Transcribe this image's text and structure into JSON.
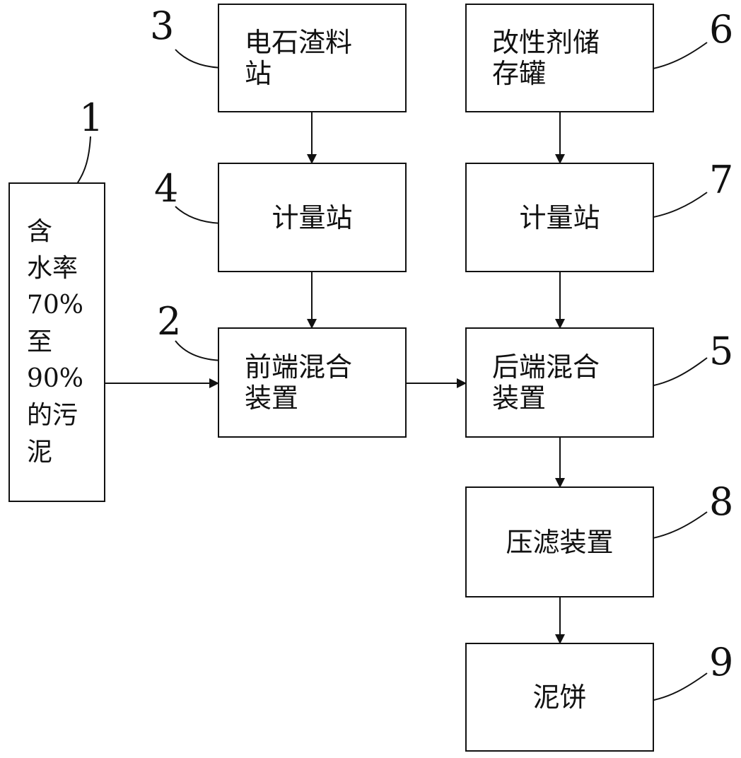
{
  "boxes": {
    "sludge": "含\n水率\n70%\n至\n90%\n的污\n泥",
    "front_mixer": "前端混合\n装置",
    "carbide_station": "电石渣料\n站",
    "metering_left": "计量站",
    "rear_mixer": "后端混合\n装置",
    "modifier_tank": "改性剂储\n存罐",
    "metering_right": "计量站",
    "filter_press": "压滤装置",
    "mud_cake": "泥饼"
  },
  "labels": {
    "n1": "1",
    "n2": "2",
    "n3": "3",
    "n4": "4",
    "n5": "5",
    "n6": "6",
    "n7": "7",
    "n8": "8",
    "n9": "9"
  }
}
